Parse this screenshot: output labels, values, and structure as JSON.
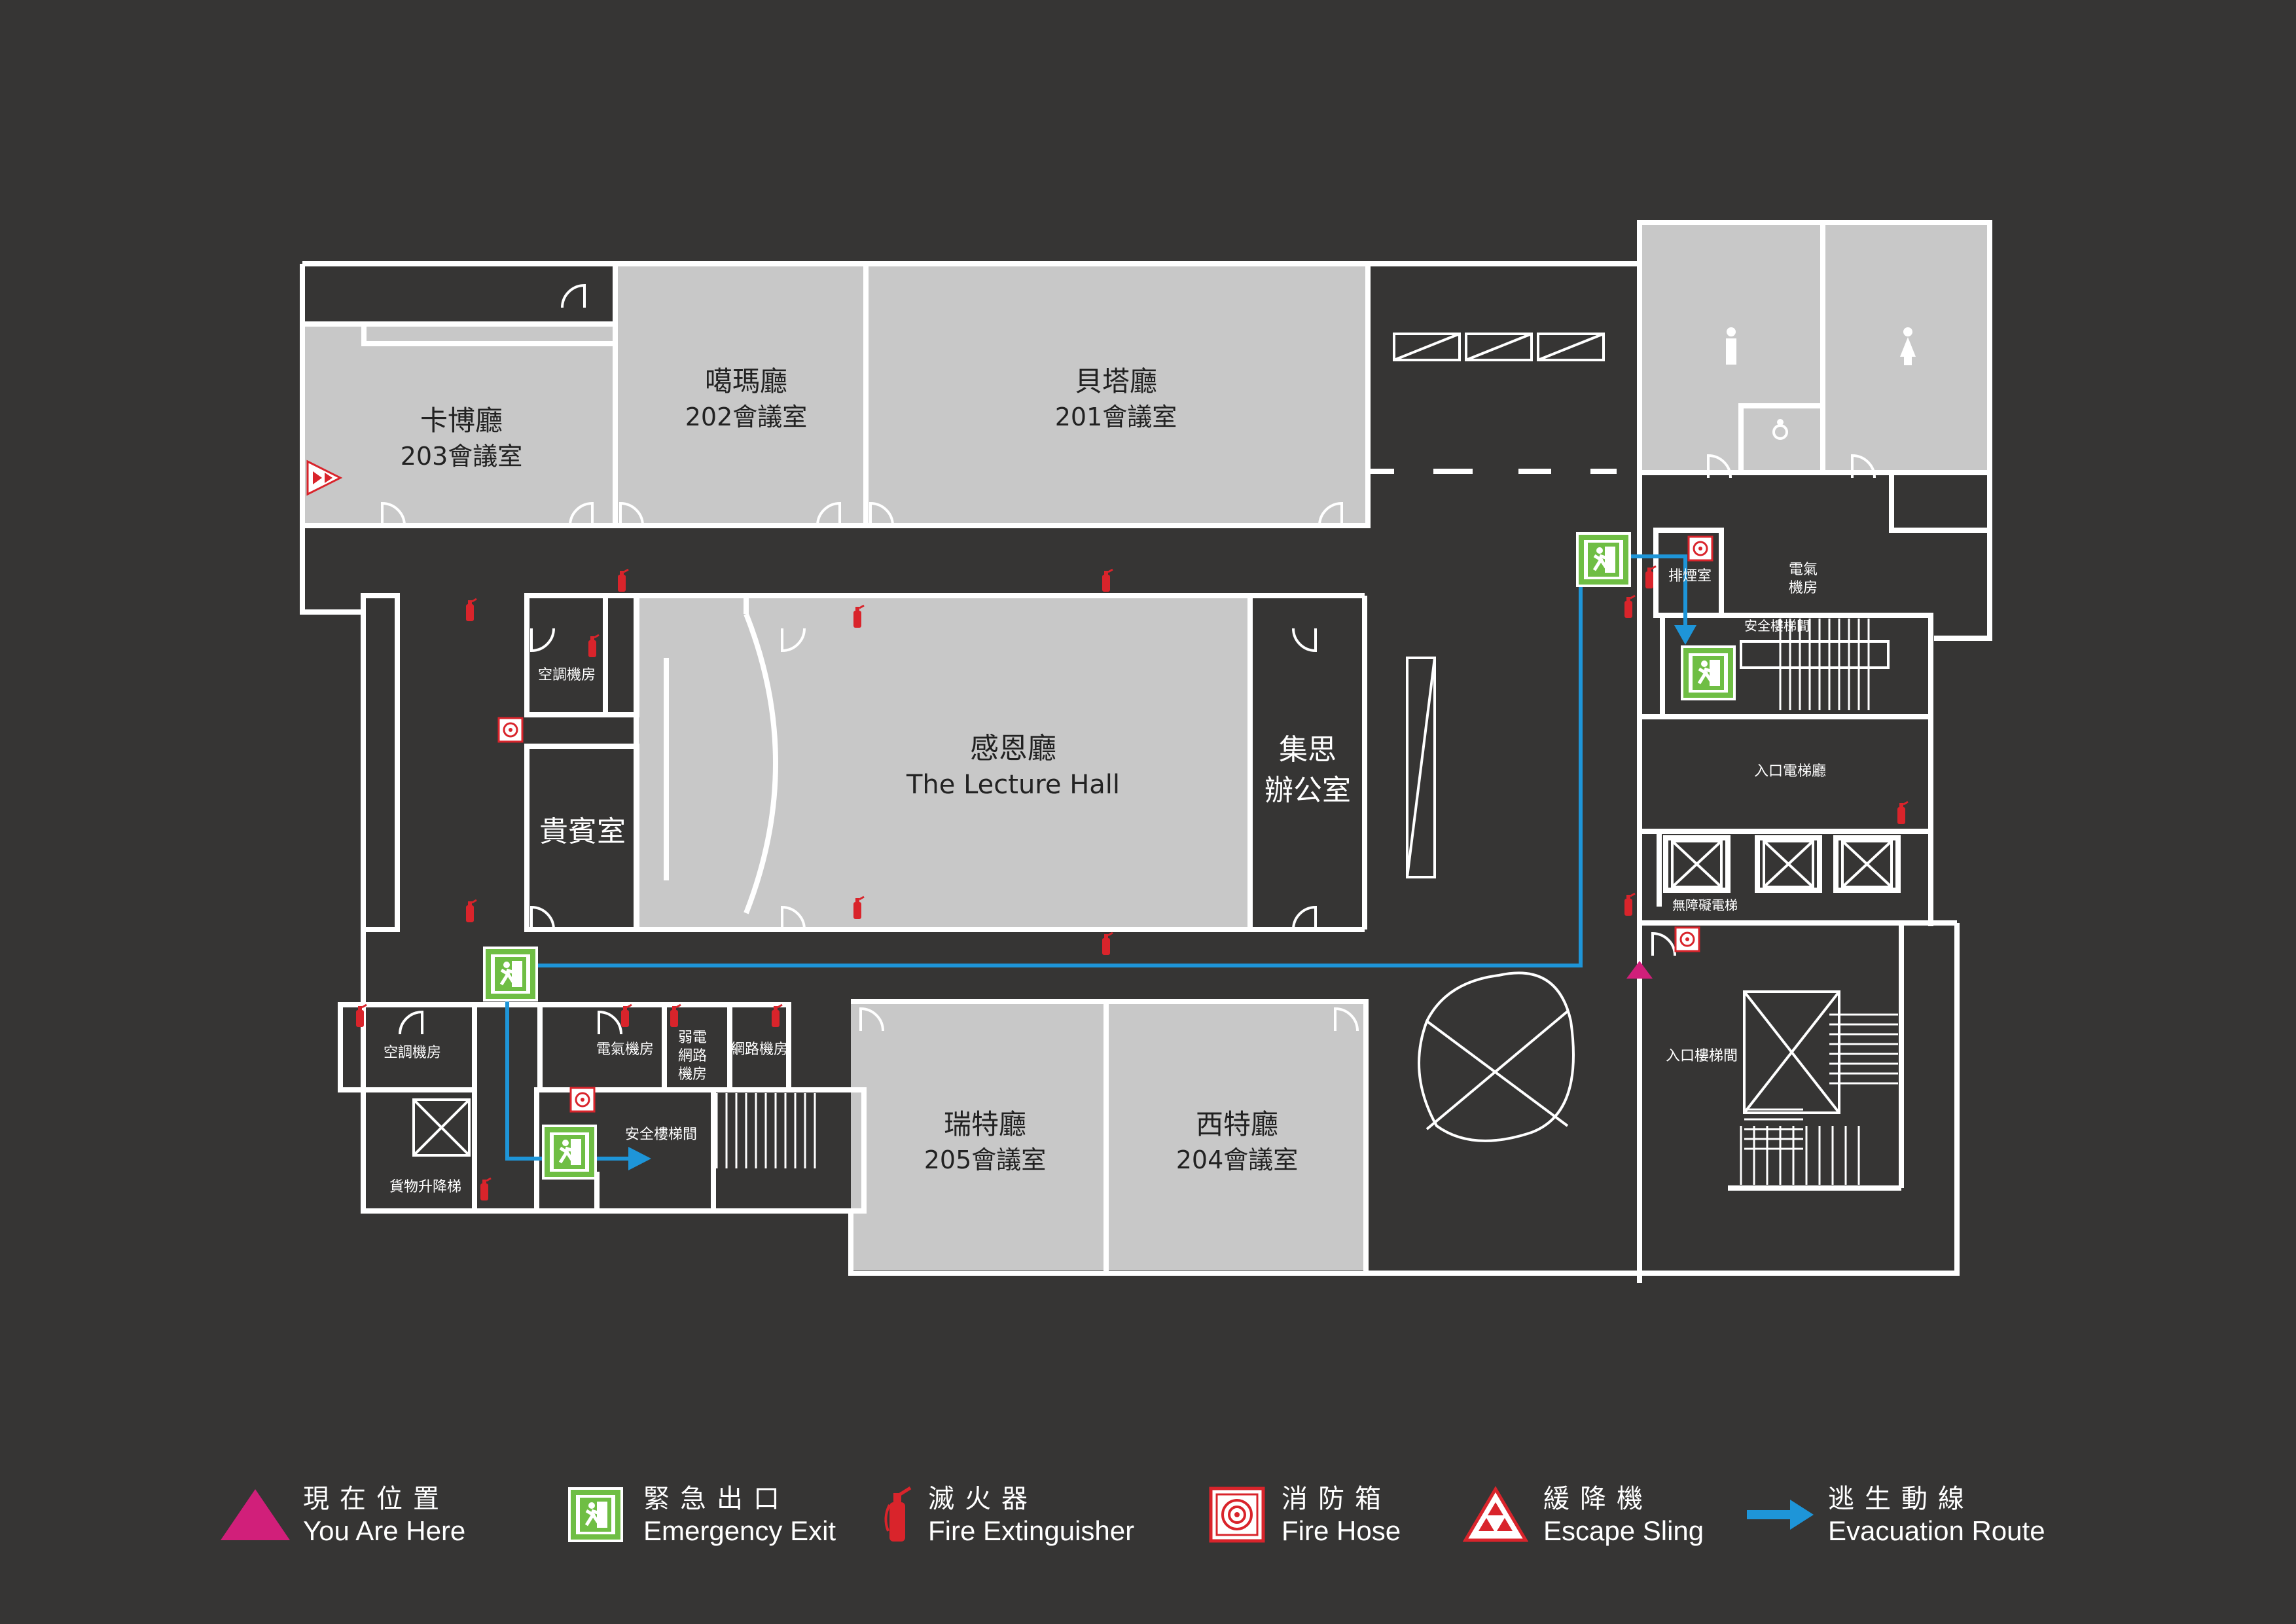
{
  "map": {
    "rooms": {
      "kabo_zh": "卡博廳",
      "kabo_num": "203會議室",
      "gama_zh": "噶瑪廳",
      "gama_num": "202會議室",
      "beta_zh": "貝塔廳",
      "beta_num": "201會議室",
      "lecture_zh": "感恩廳",
      "lecture_en": "The Lecture Hall",
      "jisi_1": "集思",
      "jisi_2": "辦公室",
      "vip": "貴賓室",
      "hvac_1": "空調機房",
      "hvac_2": "空調機房",
      "freight": "貨物升降梯",
      "elec": "電氣機房",
      "weak_1": "弱電",
      "weak_2": "網路",
      "weak_3": "機房",
      "network": "網路機房",
      "stair_1": "安全樓梯間",
      "ruite_zh": "瑞特廳",
      "ruite_num": "205會議室",
      "xite_zh": "西特廳",
      "xite_num": "204會議室",
      "smoke": "排煙室",
      "elec2_1": "電氣",
      "elec2_2": "機房",
      "stair_2": "安全樓梯間",
      "lobby": "入口電梯廳",
      "accessible_elev": "無障礙電梯",
      "entry_stair": "入口樓梯間"
    }
  },
  "legend": [
    {
      "icon": "you-are-here-icon",
      "zh": "現在位置",
      "en": "You Are Here"
    },
    {
      "icon": "emergency-exit-icon",
      "zh": "緊急出口",
      "en": "Emergency Exit"
    },
    {
      "icon": "fire-extinguisher-icon",
      "zh": "滅火器",
      "en": "Fire Extinguisher"
    },
    {
      "icon": "fire-hose-icon",
      "zh": "消防箱",
      "en": "Fire Hose"
    },
    {
      "icon": "escape-sling-icon",
      "zh": "緩降機",
      "en": "Escape Sling"
    },
    {
      "icon": "evacuation-route-icon",
      "zh": "逃生動線",
      "en": "Evacuation Route"
    }
  ],
  "colors": {
    "background": "#363534",
    "room_fill": "#c8c8c8",
    "wall": "#ffffff",
    "route": "#1e95d8",
    "you_are_here": "#d11f7a",
    "exit_green": "#6fbe44",
    "extinguisher_red": "#d9242b"
  }
}
